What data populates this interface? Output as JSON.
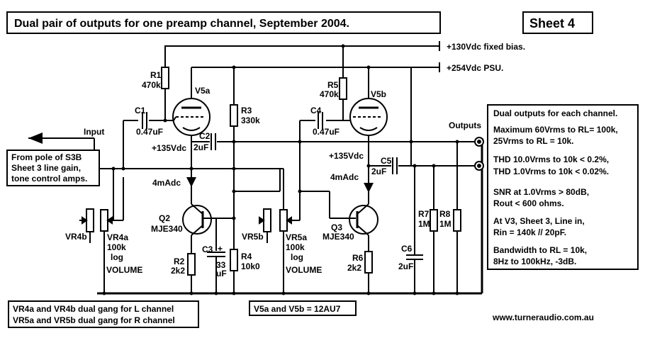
{
  "title": "Dual pair of outputs for one preamp channel, September 2004.",
  "sheet": "Sheet 4",
  "rails": {
    "bias": "+130Vdc fixed bias.",
    "psu": "+254Vdc PSU."
  },
  "labels": {
    "input": "Input",
    "outputs": "Outputs",
    "source_note": [
      "From pole of S3B",
      "Sheet 3 line gain,",
      "tone control amps."
    ],
    "gang_note": [
      "VR4a and VR4b dual gang for L channel",
      "VR5a and VR5b dual gang for R channel"
    ],
    "tube_note": "V5a and V5b = 12AU7",
    "website": "www.turneraudio.com.au",
    "v135_left": "+135Vdc",
    "v135_right": "+135Vdc",
    "current_left": "4mAdc",
    "current_right": "4mAdc"
  },
  "components": {
    "r1": [
      "R1",
      "470k"
    ],
    "r3": [
      "R3",
      "330k"
    ],
    "r5": [
      "R5",
      "470k"
    ],
    "r2": [
      "R2",
      "2k2"
    ],
    "r4": [
      "R4",
      "10k0"
    ],
    "r6": [
      "R6",
      "2k2"
    ],
    "r7": [
      "R7",
      "1M"
    ],
    "r8": [
      "R8",
      "1M"
    ],
    "c1": [
      "C1",
      "0.47uF"
    ],
    "c2": [
      "C2",
      "2uF"
    ],
    "c3": [
      "C3",
      "33",
      "uF"
    ],
    "c4": [
      "C4",
      "0.47uF"
    ],
    "c5": [
      "C5",
      "2uF"
    ],
    "c6": [
      "C6",
      "2uF"
    ],
    "v5a": "V5a",
    "v5b": "V5b",
    "q2": [
      "Q2",
      "MJE340"
    ],
    "q3": [
      "Q3",
      "MJE340"
    ],
    "vr4b": "VR4b",
    "vr4a": [
      "VR4a",
      "100k",
      "log",
      "VOLUME"
    ],
    "vr5b": "VR5b",
    "vr5a": [
      "VR5a",
      "100k",
      "log",
      "VOLUME"
    ]
  },
  "specs": [
    "Dual outputs for each channel.",
    "Maximum 60Vrms to RL= 100k,",
    "25Vrms to RL = 10k.",
    "THD 10.0Vrms to 10k < 0.2%,",
    "THD 1.0Vrms to 10k < 0.02%.",
    "SNR at 1.0Vrms > 80dB,",
    "Rout < 600 ohms.",
    "At V3, Sheet 3, Line in,",
    "Rin = 140k // 20pF.",
    "Bandwidth to RL = 10k,",
    "8Hz to 100kHz, -3dB."
  ]
}
